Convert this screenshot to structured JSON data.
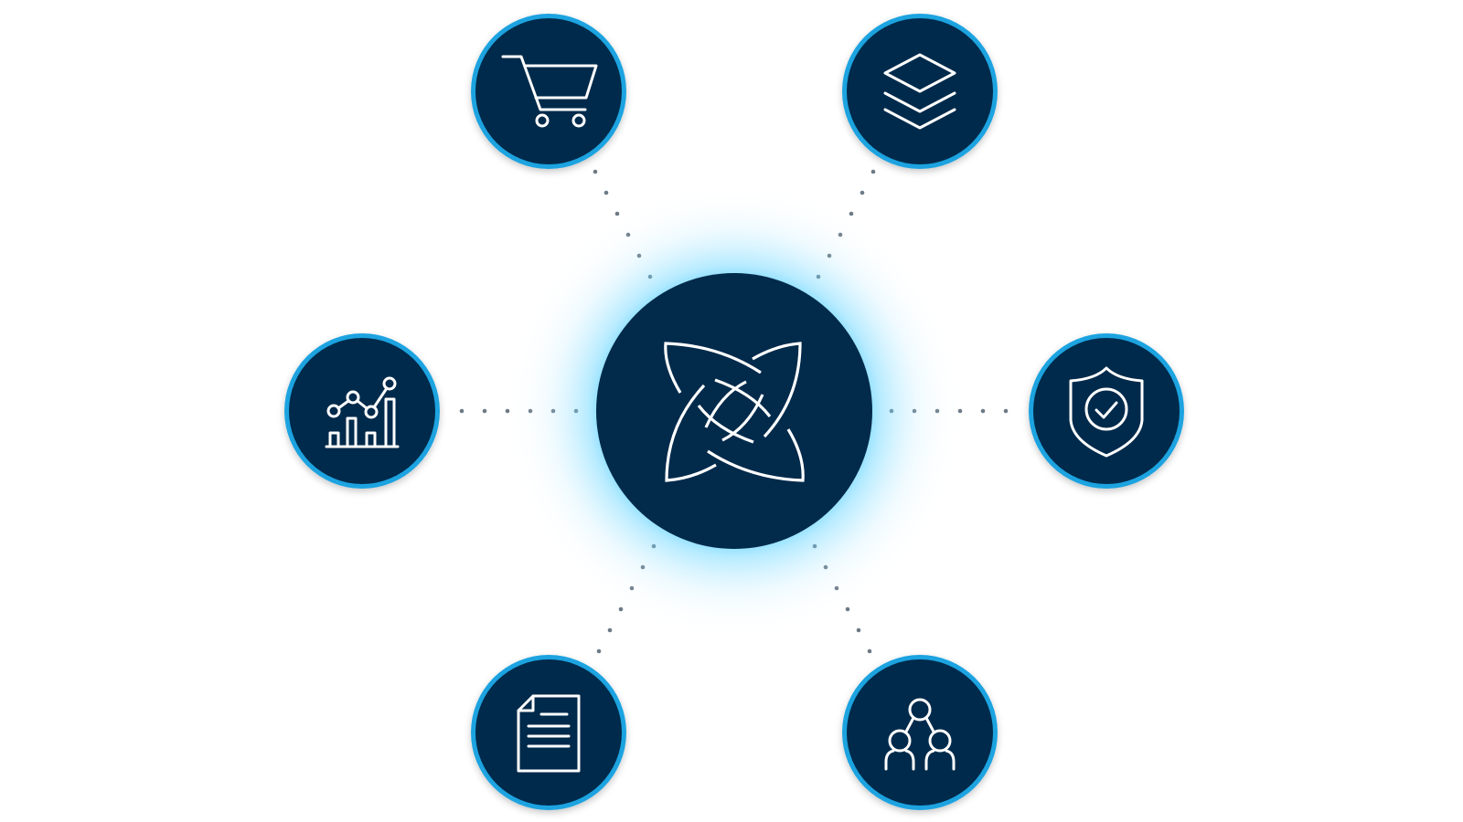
{
  "colors": {
    "background": "#ffffff",
    "node_fill": "#022a4b",
    "node_ring": "#1ea3e0",
    "glow": "#2ec4ff",
    "icon_stroke": "#ffffff",
    "connector_dot": "#6d7a86"
  },
  "hub": {
    "icon": "crossed-arcs-logo-icon"
  },
  "nodes": [
    {
      "id": "shopping",
      "icon": "shopping-cart-icon"
    },
    {
      "id": "layers",
      "icon": "layers-stack-icon"
    },
    {
      "id": "analytics",
      "icon": "analytics-chart-icon"
    },
    {
      "id": "security",
      "icon": "shield-check-icon"
    },
    {
      "id": "document",
      "icon": "document-icon"
    },
    {
      "id": "team",
      "icon": "people-network-icon"
    }
  ]
}
